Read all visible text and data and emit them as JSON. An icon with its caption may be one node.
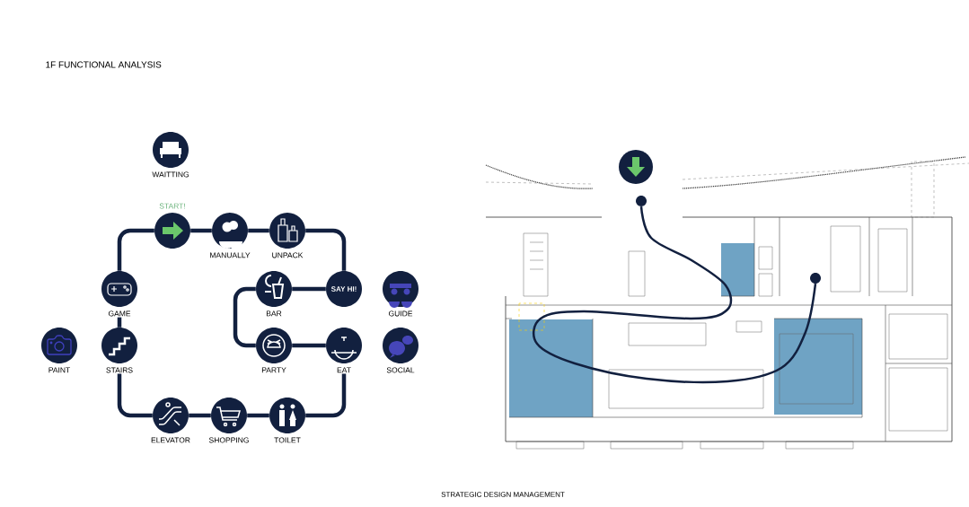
{
  "diagram": {
    "title": "1F FUNCTIONAL ANALYSIS",
    "nodes": [
      {
        "text": [
          "WAITTING"
        ]
      },
      {
        "text": [
          "START!"
        ]
      },
      {
        "text": [
          "MANUALLY"
        ]
      },
      {
        "text": [
          "UNPACK"
        ]
      },
      {
        "text": [
          "GAME"
        ]
      },
      {
        "text": [
          "SAY HI!"
        ]
      },
      {
        "text": [
          "BAR"
        ]
      },
      {
        "text": [
          "GUIDE"
        ]
      },
      {
        "text": [
          "PAINT"
        ]
      },
      {
        "text": [
          "STAIRS"
        ]
      },
      {
        "text": [
          "PARTY"
        ]
      },
      {
        "text": [
          "EAT"
        ]
      },
      {
        "text": [
          "SOCIAL"
        ]
      },
      {
        "text": [
          "ELEVATOR"
        ]
      },
      {
        "text": [
          "SHOPPING"
        ]
      },
      {
        "text": [
          "TOILET"
        ]
      },
      {
        "text": [],
        "shape": "circle"
      },
      {
        "text": [],
        "shape": "circle"
      },
      {
        "text": [],
        "shape": "circle"
      }
    ],
    "edges": [
      {
        "from": 1,
        "to": 2,
        "arrow": "none"
      },
      {
        "from": 2,
        "to": 3,
        "arrow": "none"
      },
      {
        "from": 3,
        "to": 5,
        "arrow": "none"
      },
      {
        "from": 5,
        "to": 6,
        "arrow": "none"
      },
      {
        "from": 6,
        "to": 10,
        "arrow": "none"
      },
      {
        "from": 10,
        "to": 11,
        "arrow": "none"
      },
      {
        "from": 11,
        "to": 15,
        "arrow": "none"
      },
      {
        "from": 15,
        "to": 14,
        "arrow": "none"
      },
      {
        "from": 14,
        "to": 13,
        "arrow": "none"
      },
      {
        "from": 13,
        "to": 9,
        "arrow": "none"
      },
      {
        "from": 9,
        "to": 4,
        "arrow": "none"
      },
      {
        "from": 4,
        "to": 1,
        "arrow": "none"
      },
      {
        "from": 17,
        "to": 18,
        "arrow": "none"
      }
    ],
    "labels": [
      "STRATEGIC DESIGN MANAGEMENT"
    ]
  }
}
